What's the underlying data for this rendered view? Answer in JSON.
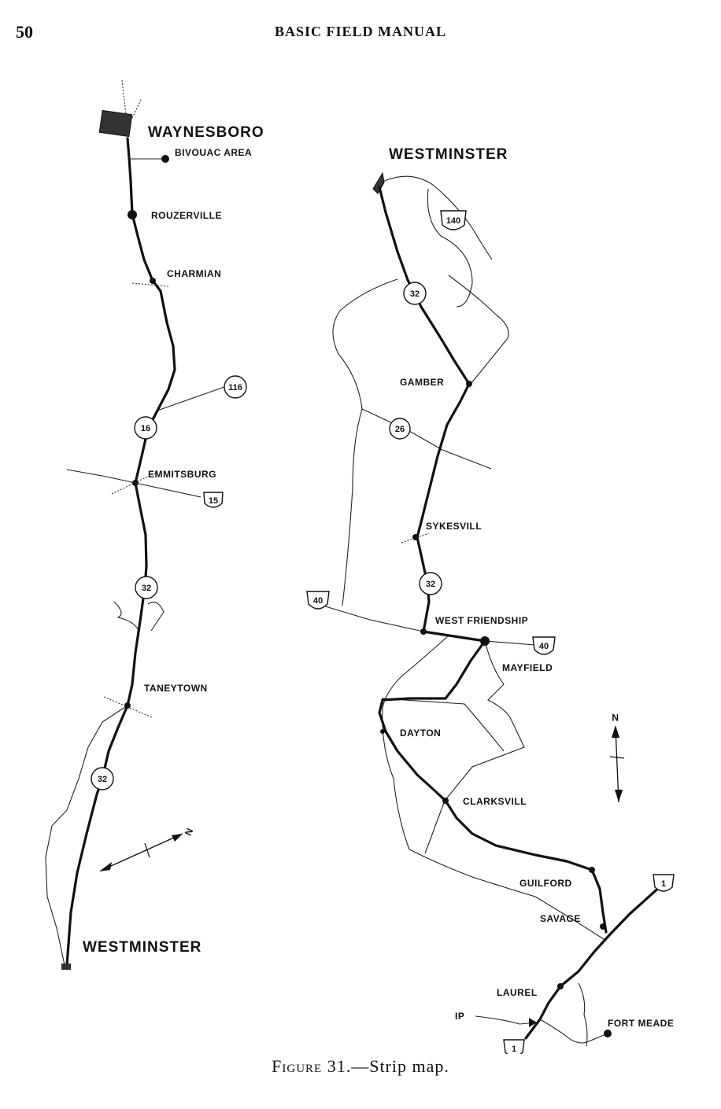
{
  "header": {
    "page_number": "50",
    "running_head": "BASIC FIELD MANUAL"
  },
  "caption": {
    "lead": "Figure",
    "text": "31.—Strip map."
  },
  "left_map": {
    "labels": {
      "start": "WAYNESBORO",
      "bivouac": "BIVOUAC AREA",
      "rouzerville": "ROUZERVILLE",
      "charmian": "CHARMIAN",
      "emmitsburg": "EMMITSBURG",
      "taneytown": "TANEYTOWN",
      "end": "WESTMINSTER"
    },
    "routes": {
      "r116": "116",
      "r16": "16",
      "r15": "15",
      "r32a": "32",
      "r32b": "32"
    },
    "north_arrow": "N"
  },
  "right_map": {
    "labels": {
      "start": "WESTMINSTER",
      "gamber": "GAMBER",
      "sykesvill": "SYKESVILL",
      "west_friendship": "WEST FRIENDSHIP",
      "mayfield": "MAYFIELD",
      "dayton": "DAYTON",
      "clarksvill": "CLARKSVILL",
      "guilford": "GUILFORD",
      "savage": "SAVAGE",
      "laurel": "LAUREL",
      "fort_meade": "FORT MEADE",
      "ip": "IP"
    },
    "routes": {
      "r140": "140",
      "r32a": "32",
      "r26": "26",
      "r32b": "32",
      "r40w": "40",
      "r40e": "40",
      "r1n": "1",
      "r1s": "1"
    },
    "north_arrow": "N"
  }
}
